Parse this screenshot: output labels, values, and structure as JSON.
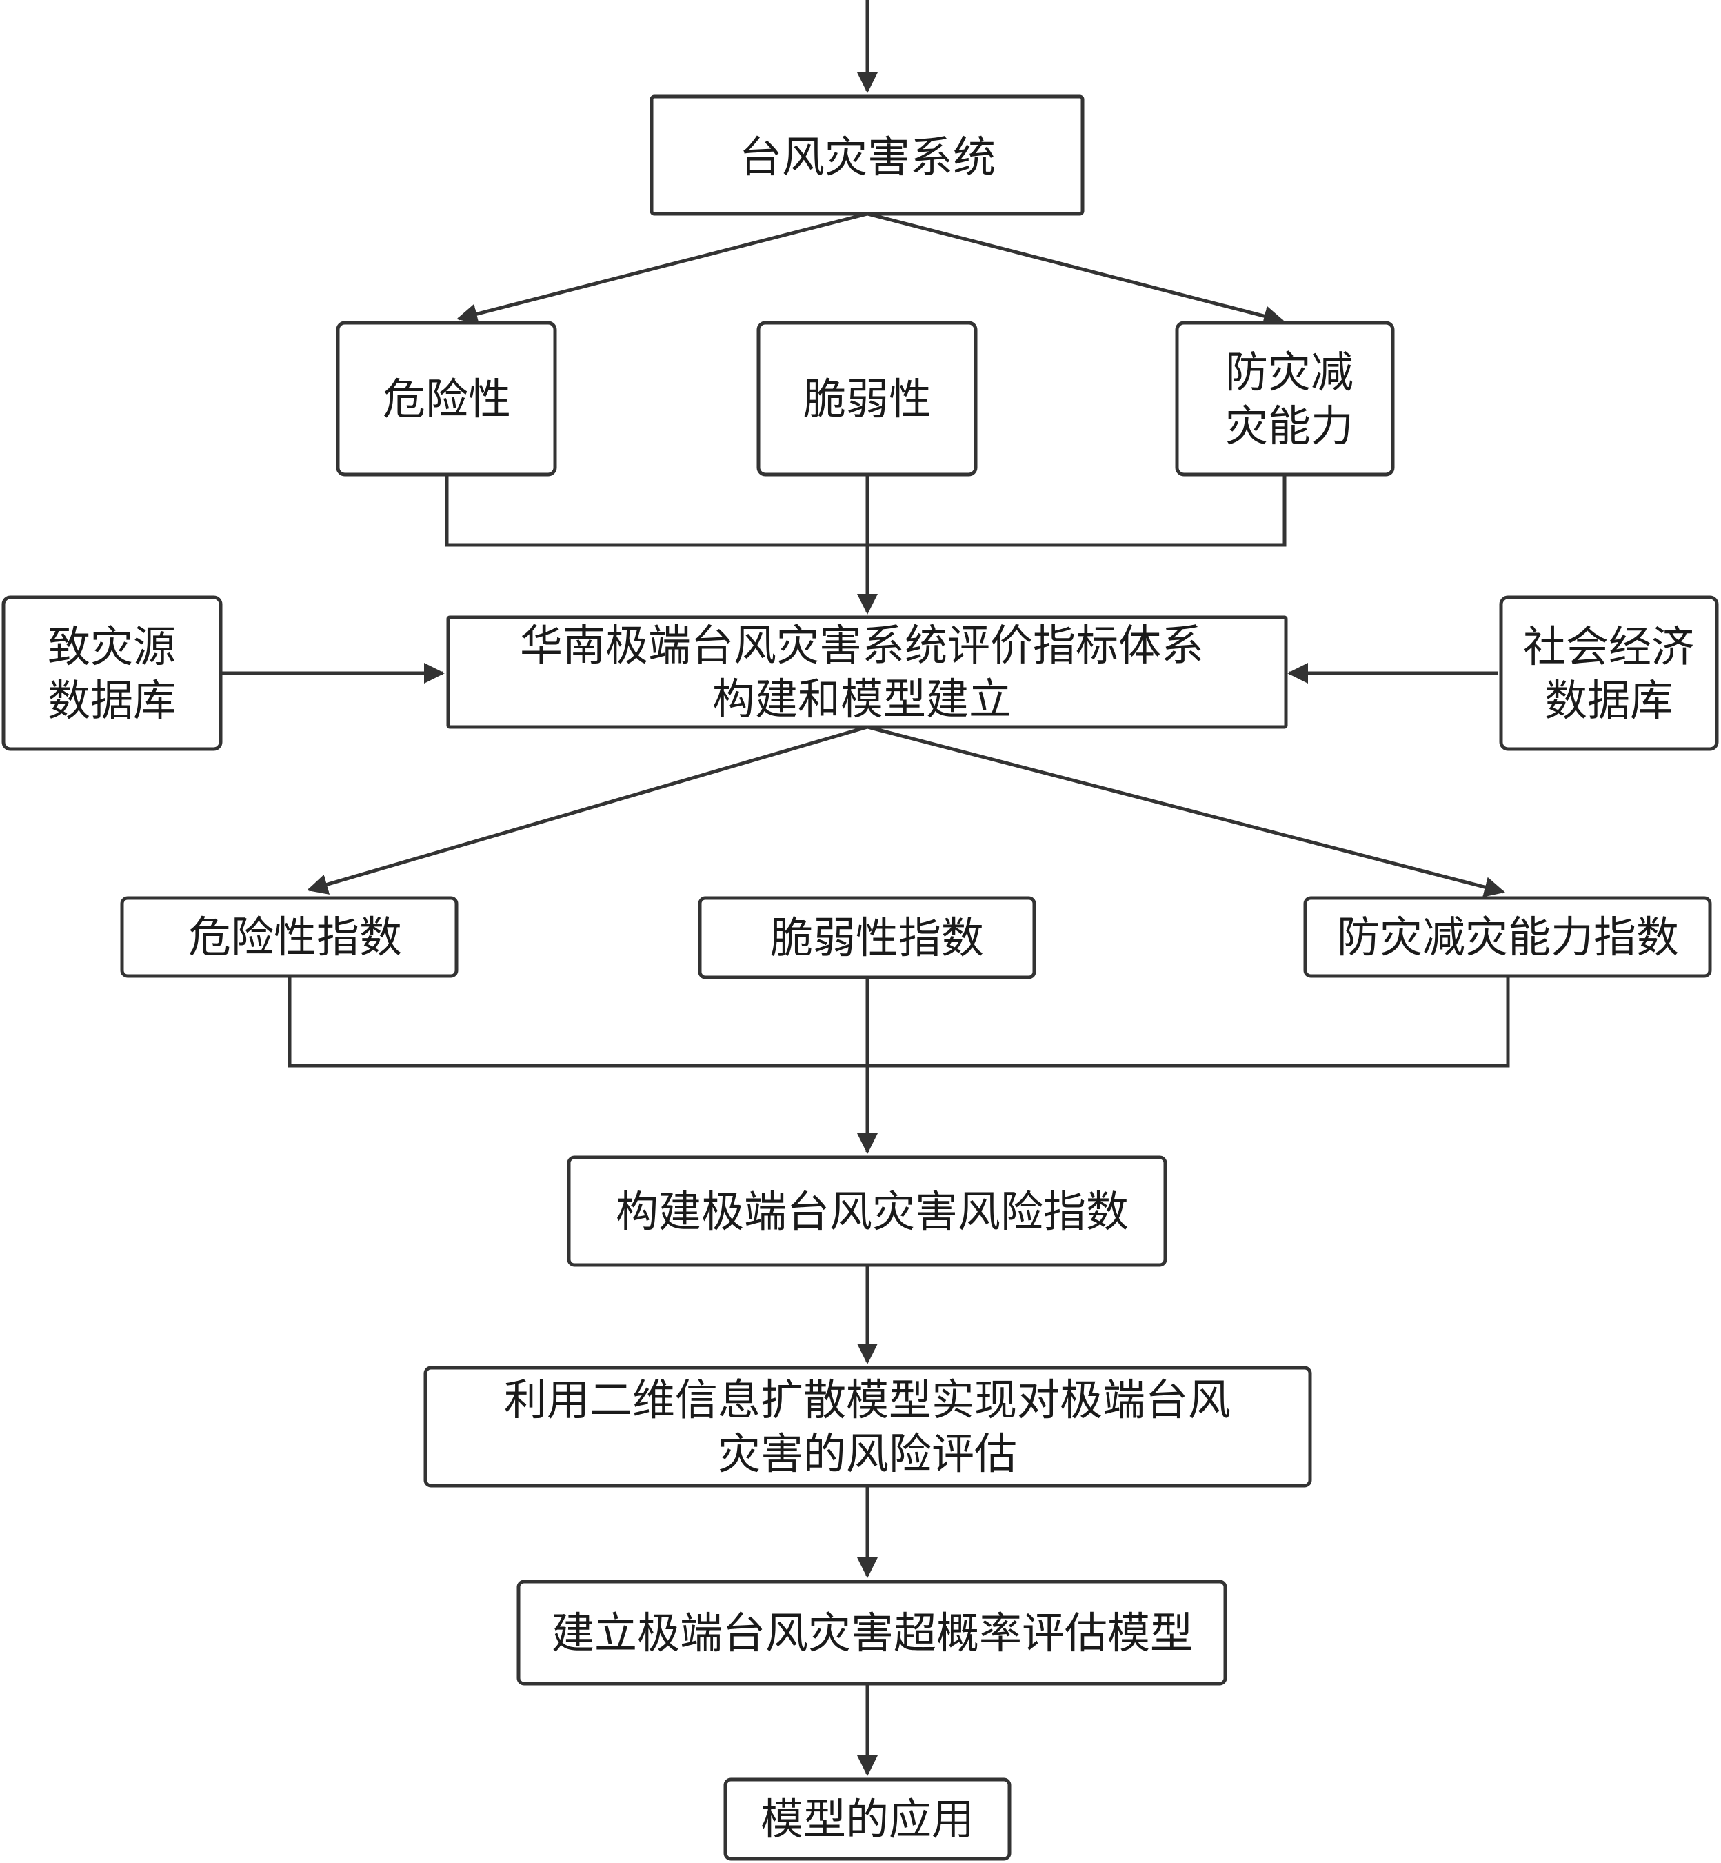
{
  "nodes": {
    "typhoon_system": {
      "lines": [
        "台风灾害系统"
      ]
    },
    "hazard": {
      "lines": [
        "危险性"
      ]
    },
    "vulnerability": {
      "lines": [
        "脆弱性"
      ]
    },
    "mitigation": {
      "lines": [
        "防灾减",
        "灾能力"
      ]
    },
    "hazard_db": {
      "lines": [
        "致灾源",
        "数据库"
      ]
    },
    "index_system": {
      "lines": [
        "华南极端台风灾害系统评价指标体系",
        "构建和模型建立"
      ]
    },
    "socio_db": {
      "lines": [
        "社会经济",
        "数据库"
      ]
    },
    "hazard_index": {
      "lines": [
        "危险性指数"
      ]
    },
    "vulnerability_index": {
      "lines": [
        "脆弱性指数"
      ]
    },
    "mitigation_index": {
      "lines": [
        "防灾减灾能力指数"
      ]
    },
    "risk_index": {
      "lines": [
        "构建极端台风灾害风险指数"
      ]
    },
    "diffusion_model": {
      "lines": [
        "利用二维信息扩散模型实现对极端台风",
        "灾害的风险评估"
      ]
    },
    "exceedance_model": {
      "lines": [
        "建立极端台风灾害超概率评估模型"
      ]
    },
    "application": {
      "lines": [
        "模型的应用"
      ]
    }
  }
}
